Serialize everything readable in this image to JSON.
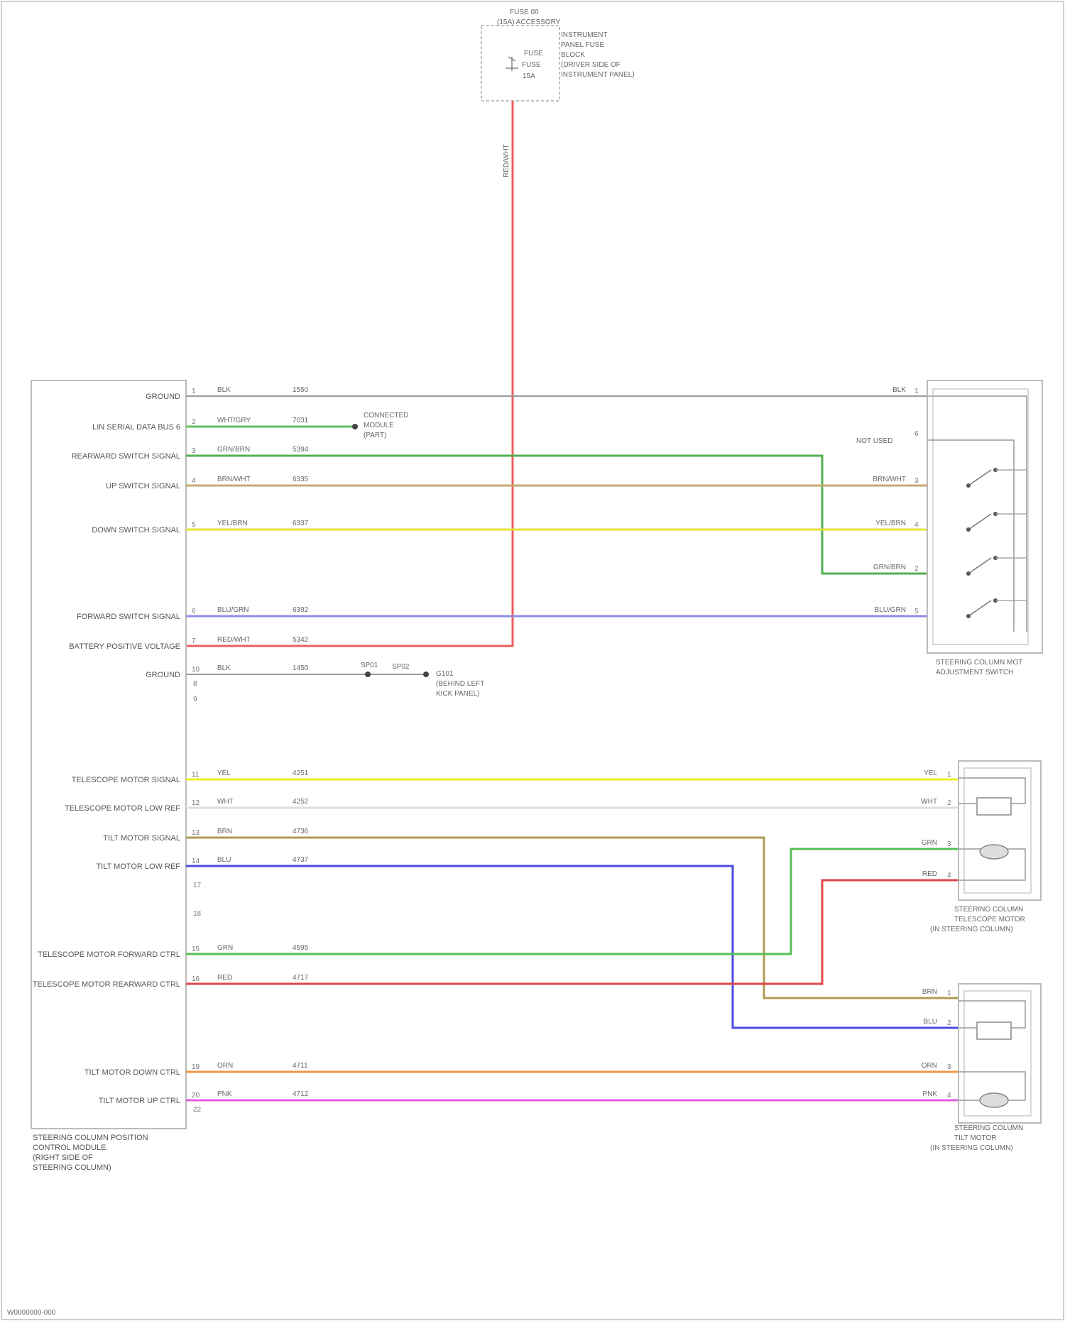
{
  "page": {
    "footer_code": "W0000000-000"
  },
  "fuse": {
    "label_lines": [
      "FUSE 00",
      "(15A) ACCESSORY"
    ],
    "side_lines": [
      "INSTRUMENT",
      "PANEL FUSE",
      "BLOCK",
      "(DRIVER SIDE OF",
      "INSTRUMENT PANEL)"
    ],
    "inner_labels": [
      "FUSE",
      "FUSE",
      "15A"
    ]
  },
  "vertical_wire_label": "RED/WHT",
  "module": {
    "name_lines": [
      "STEERING COLUMN POSITION",
      "CONTROL MODULE",
      "(RIGHT SIDE OF",
      "STEERING COLUMN)"
    ],
    "spare_pins": [
      "8",
      "9",
      "17",
      "18",
      "22"
    ]
  },
  "circuits": [
    {
      "id": "ground",
      "label": "GROUND",
      "pin": "1",
      "wire": "BLK",
      "circuit": "1550",
      "color": "#9a9a9a",
      "far": "BLK"
    },
    {
      "id": "lin",
      "label": "LIN SERIAL DATA BUS 6",
      "pin": "2",
      "wire": "WHT/GRY",
      "circuit": "7031",
      "color": "#5ec25e"
    },
    {
      "id": "rearward",
      "label": "REARWARD SWITCH SIGNAL",
      "pin": "3",
      "wire": "GRN/BRN",
      "circuit": "5394",
      "color": "#53b053",
      "far": "GRN/BRN"
    },
    {
      "id": "up",
      "label": "UP SWITCH SIGNAL",
      "pin": "4",
      "wire": "BRN/WHT",
      "circuit": "6335",
      "color": "#c7a86f",
      "far": "BRN/WHT"
    },
    {
      "id": "down",
      "label": "DOWN SWITCH SIGNAL",
      "pin": "5",
      "wire": "YEL/BRN",
      "circuit": "6337",
      "color": "#e6e23a",
      "far": "YEL/BRN"
    },
    {
      "id": "forward",
      "label": "FORWARD SWITCH SIGNAL",
      "pin": "6",
      "wire": "BLU/GRN",
      "circuit": "6392",
      "color": "#8c8ce6",
      "far": "BLU/GRN"
    },
    {
      "id": "battery",
      "label": "BATTERY POSITIVE VOLTAGE",
      "pin": "7",
      "wire": "RED/WHT",
      "circuit": "5342",
      "color": "#e86060"
    },
    {
      "id": "ground2",
      "label": "GROUND",
      "pin": "10",
      "wire": "BLK",
      "circuit": "1450",
      "color": "#9a9a9a"
    },
    {
      "id": "telescope_sig",
      "label": "TELESCOPE MOTOR SIGNAL",
      "pin": "11",
      "wire": "YEL",
      "circuit": "4251",
      "color": "#ecec2c",
      "far": "YEL"
    },
    {
      "id": "telescope_low",
      "label": "TELESCOPE MOTOR LOW REF",
      "pin": "12",
      "wire": "WHT",
      "circuit": "4252",
      "color": "#dedede",
      "far": "WHT"
    },
    {
      "id": "tilt_sig",
      "label": "TILT MOTOR SIGNAL",
      "pin": "13",
      "wire": "BRN",
      "circuit": "4736",
      "color": "#b09a55",
      "far": "BRN"
    },
    {
      "id": "tilt_low",
      "label": "TILT MOTOR LOW REF",
      "pin": "14",
      "wire": "BLU",
      "circuit": "4737",
      "color": "#4a4ae0",
      "far": "BLU"
    },
    {
      "id": "tele_fwd",
      "label": "TELESCOPE MOTOR FORWARD CTRL",
      "pin": "15",
      "wire": "GRN",
      "circuit": "4595",
      "color": "#55c055",
      "far": "GRN"
    },
    {
      "id": "tele_rwd",
      "label": "TELESCOPE MOTOR REARWARD CTRL",
      "pin": "16",
      "wire": "RED",
      "circuit": "4717",
      "color": "#e04646",
      "far": "RED"
    },
    {
      "id": "tilt_down",
      "label": "TILT MOTOR DOWN CTRL",
      "pin": "19",
      "wire": "ORN",
      "circuit": "4711",
      "color": "#ee9a45",
      "far": "ORN"
    },
    {
      "id": "tilt_up",
      "label": "TILT MOTOR UP CTRL",
      "pin": "20",
      "wire": "PNK",
      "circuit": "4712",
      "color": "#e25ce2",
      "far": "PNK"
    }
  ],
  "lin_destination": [
    "CONNECTED",
    "MODULE",
    "(PART)"
  ],
  "splice": {
    "first": "SP01",
    "second": "SP02",
    "dest_lines": [
      "G101",
      "(BEHIND LEFT",
      "KICK PANEL)"
    ]
  },
  "switch": {
    "name_lines": [
      "STEERING COLUMN MOT",
      "ADJUSTMENT SWITCH"
    ],
    "extra": {
      "label": "NOT USED",
      "pin": "6"
    },
    "pins": {
      "ground": "1",
      "rearward": "2",
      "up": "3",
      "down": "4",
      "forward": "5"
    }
  },
  "telescope_motor": {
    "name_lines": [
      "STEERING COLUMN",
      "TELESCOPE MOTOR",
      "(IN STEERING COLUMN)"
    ],
    "pins": [
      "1",
      "2",
      "3",
      "4"
    ]
  },
  "tilt_motor": {
    "name_lines": [
      "STEERING COLUMN",
      "TILT MOTOR",
      "(IN STEERING COLUMN)"
    ],
    "pins": [
      "1",
      "2",
      "3",
      "4"
    ]
  }
}
